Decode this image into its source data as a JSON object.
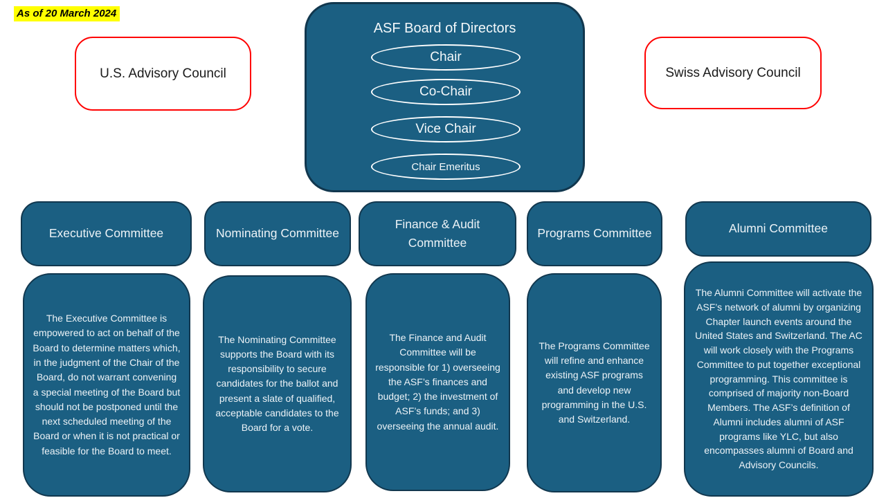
{
  "meta": {
    "date_label": "As of 20 March 2024"
  },
  "colors": {
    "box_fill": "#1b5f82",
    "box_border": "#11374e",
    "advisory_border": "#ff0000",
    "highlight": "#ffff00",
    "text_light": "#edf3f7"
  },
  "board": {
    "title": "ASF Board of Directors",
    "roles": [
      "Chair",
      "Co-Chair",
      "Vice Chair",
      "Chair Emeritus"
    ]
  },
  "advisory_councils": {
    "us": {
      "label": "U.S. Advisory Council"
    },
    "swiss": {
      "label": "Swiss Advisory Council"
    }
  },
  "committees": [
    {
      "name": "Executive Committee",
      "description": "The Executive Committee is empowered to act on behalf of the Board to determine matters which, in the judgment of the Chair of the Board, do not warrant convening a special meeting of the Board but should not be postponed until the next scheduled meeting of the Board or when it is not practical or feasible for the Board to meet."
    },
    {
      "name": "Nominating Committee",
      "description": "The Nominating Committee supports the Board with its responsibility to secure candidates for the ballot and present a slate of qualified, acceptable candidates to the Board for a vote."
    },
    {
      "name": "Finance & Audit Committee",
      "description": "The Finance and Audit Committee will be responsible for 1) overseeing the ASF’s finances and budget; 2) the investment of ASF’s funds; and 3) overseeing the annual audit."
    },
    {
      "name": "Programs Committee",
      "description": "The Programs Committee will refine and enhance existing ASF programs and develop new programming in the U.S. and Switzerland."
    },
    {
      "name": "Alumni Committee",
      "description": "The Alumni Committee will activate the ASF’s network of alumni by organizing Chapter launch events around the United States and Switzerland. The AC will work closely with the Programs Committee to put together exceptional programming. This committee is comprised of majority non-Board Members. The ASF’s definition of Alumni includes alumni of ASF programs like YLC, but also encompasses alumni of Board and Advisory Councils."
    }
  ]
}
